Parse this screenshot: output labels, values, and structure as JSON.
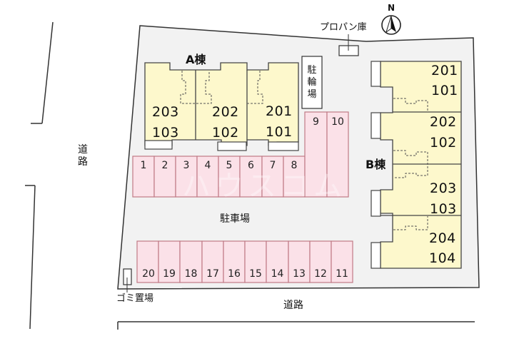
{
  "map": {
    "compass": {
      "label": "N"
    },
    "roads": {
      "west_label": "道路",
      "south_label": "道路"
    },
    "facilities": {
      "propane_storage": "プロパン庫",
      "bicycle_parking": "駐輪場",
      "garbage_area": "ゴミ置場",
      "parking_lot": "駐車場"
    },
    "buildings": {
      "a": {
        "label": "A棟",
        "units": [
          {
            "upper": "203",
            "lower": "103"
          },
          {
            "upper": "202",
            "lower": "102"
          },
          {
            "upper": "201",
            "lower": "101"
          }
        ]
      },
      "b": {
        "label": "B棟",
        "units": [
          {
            "upper": "201",
            "lower": "101"
          },
          {
            "upper": "202",
            "lower": "102"
          },
          {
            "upper": "203",
            "lower": "103"
          },
          {
            "upper": "204",
            "lower": "104"
          }
        ]
      }
    },
    "parking_spaces": {
      "north_row": [
        "1",
        "2",
        "3",
        "4",
        "5",
        "6",
        "7",
        "8",
        "9",
        "10"
      ],
      "south_row": [
        "20",
        "19",
        "18",
        "17",
        "16",
        "15",
        "14",
        "13",
        "12",
        "11"
      ]
    },
    "watermark": "ハウスコム",
    "colors": {
      "site": "#f2f2f2",
      "building": "#fdf8cc",
      "parking": "#fbe1e8",
      "parking_border": "#c07a86",
      "outline": "#333333"
    }
  }
}
